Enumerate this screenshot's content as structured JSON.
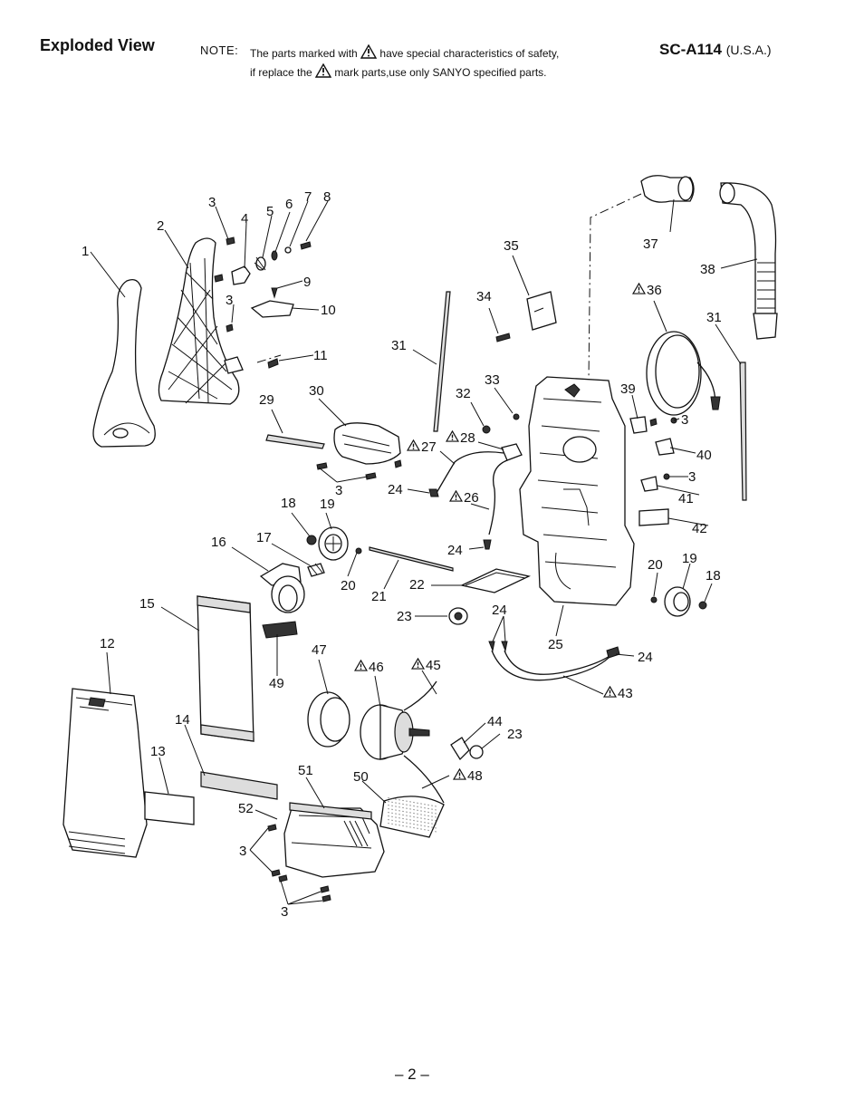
{
  "header": {
    "title": "Exploded View",
    "note_label": "NOTE:",
    "note_line1_a": "The parts marked with",
    "note_line1_b": "have special characteristics of safety,",
    "note_line2_a": "if replace the",
    "note_line2_b": "mark parts,use only SANYO specified parts.",
    "model": "SC-A114",
    "region": "(U.S.A.)"
  },
  "footer": {
    "page": "– 2 –"
  },
  "callouts": [
    {
      "id": "c1",
      "text": "1",
      "safety": false
    },
    {
      "id": "c2",
      "text": "2",
      "safety": false
    },
    {
      "id": "c3a",
      "text": "3",
      "safety": false
    },
    {
      "id": "c4",
      "text": "4",
      "safety": false
    },
    {
      "id": "c5",
      "text": "5",
      "safety": false
    },
    {
      "id": "c6",
      "text": "6",
      "safety": false
    },
    {
      "id": "c7",
      "text": "7",
      "safety": false
    },
    {
      "id": "c8",
      "text": "8",
      "safety": false
    },
    {
      "id": "c9",
      "text": "9",
      "safety": false
    },
    {
      "id": "c3b",
      "text": "3",
      "safety": false
    },
    {
      "id": "c10",
      "text": "10",
      "safety": false
    },
    {
      "id": "c11",
      "text": "11",
      "safety": false
    },
    {
      "id": "c29",
      "text": "29",
      "safety": false
    },
    {
      "id": "c30",
      "text": "30",
      "safety": false
    },
    {
      "id": "c3c",
      "text": "3",
      "safety": false
    },
    {
      "id": "c31a",
      "text": "31",
      "safety": false
    },
    {
      "id": "c34",
      "text": "34",
      "safety": false
    },
    {
      "id": "c35",
      "text": "35",
      "safety": false
    },
    {
      "id": "c32",
      "text": "32",
      "safety": false
    },
    {
      "id": "c33",
      "text": "33",
      "safety": false
    },
    {
      "id": "c27",
      "text": "27",
      "safety": true
    },
    {
      "id": "c28",
      "text": "28",
      "safety": true
    },
    {
      "id": "c24a",
      "text": "24",
      "safety": false
    },
    {
      "id": "c26",
      "text": "26",
      "safety": true
    },
    {
      "id": "c24b",
      "text": "24",
      "safety": false
    },
    {
      "id": "c37",
      "text": "37",
      "safety": false
    },
    {
      "id": "c38",
      "text": "38",
      "safety": false
    },
    {
      "id": "c36",
      "text": "36",
      "safety": true
    },
    {
      "id": "c31b",
      "text": "31",
      "safety": false
    },
    {
      "id": "c39",
      "text": "39",
      "safety": false
    },
    {
      "id": "c3d",
      "text": "3",
      "safety": false
    },
    {
      "id": "c40",
      "text": "40",
      "safety": false
    },
    {
      "id": "c3e",
      "text": "3",
      "safety": false
    },
    {
      "id": "c41",
      "text": "41",
      "safety": false
    },
    {
      "id": "c42",
      "text": "42",
      "safety": false
    },
    {
      "id": "c18a",
      "text": "18",
      "safety": false
    },
    {
      "id": "c19a",
      "text": "19",
      "safety": false
    },
    {
      "id": "c16",
      "text": "16",
      "safety": false
    },
    {
      "id": "c17",
      "text": "17",
      "safety": false
    },
    {
      "id": "c20a",
      "text": "20",
      "safety": false
    },
    {
      "id": "c21",
      "text": "21",
      "safety": false
    },
    {
      "id": "c22",
      "text": "22",
      "safety": false
    },
    {
      "id": "c15",
      "text": "15",
      "safety": false
    },
    {
      "id": "c23a",
      "text": "23",
      "safety": false
    },
    {
      "id": "c24c",
      "text": "24",
      "safety": false
    },
    {
      "id": "c25",
      "text": "25",
      "safety": false
    },
    {
      "id": "c20b",
      "text": "20",
      "safety": false
    },
    {
      "id": "c19b",
      "text": "19",
      "safety": false
    },
    {
      "id": "c18b",
      "text": "18",
      "safety": false
    },
    {
      "id": "c24d",
      "text": "24",
      "safety": false
    },
    {
      "id": "c43",
      "text": "43",
      "safety": true
    },
    {
      "id": "c12",
      "text": "12",
      "safety": false
    },
    {
      "id": "c49",
      "text": "49",
      "safety": false
    },
    {
      "id": "c47",
      "text": "47",
      "safety": false
    },
    {
      "id": "c46",
      "text": "46",
      "safety": true
    },
    {
      "id": "c45",
      "text": "45",
      "safety": true
    },
    {
      "id": "c44",
      "text": "44",
      "safety": false
    },
    {
      "id": "c23b",
      "text": "23",
      "safety": false
    },
    {
      "id": "c14",
      "text": "14",
      "safety": false
    },
    {
      "id": "c13",
      "text": "13",
      "safety": false
    },
    {
      "id": "c51",
      "text": "51",
      "safety": false
    },
    {
      "id": "c50",
      "text": "50",
      "safety": false
    },
    {
      "id": "c48",
      "text": "48",
      "safety": true
    },
    {
      "id": "c52",
      "text": "52",
      "safety": false
    },
    {
      "id": "c3f",
      "text": "3",
      "safety": false
    },
    {
      "id": "c3g",
      "text": "3",
      "safety": false
    }
  ]
}
